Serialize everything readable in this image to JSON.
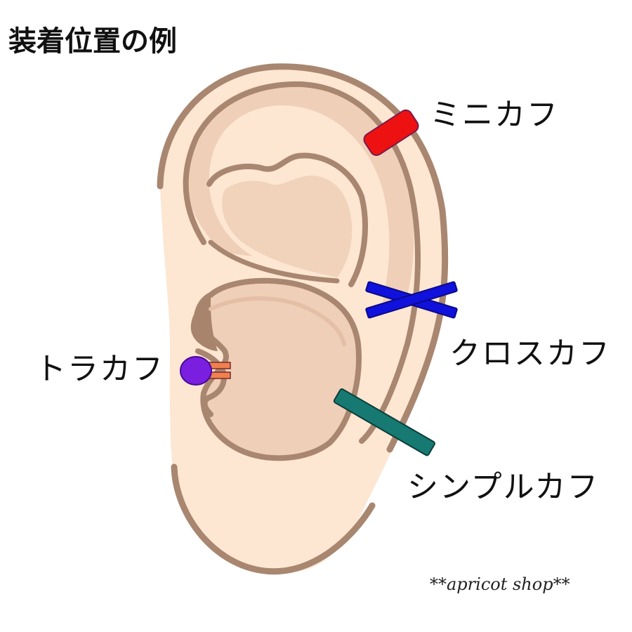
{
  "title": "装着位置の例",
  "labels": {
    "mini_cuff": "ミニカフ",
    "cross_cuff": "クロスカフ",
    "tragus_cuff": "トラカフ",
    "simple_cuff": "シンプルカフ"
  },
  "watermark": "**apricot shop**",
  "colors": {
    "skin": "#fde7d2",
    "skin_shadow": "#efcfb8",
    "skin_deep": "#a8846c",
    "outline": "#a88670",
    "mini_cuff": "#ee1111",
    "cross_cuff": "#1111dd",
    "tragus_cuff_ball": "#7a1fe0",
    "tragus_cuff_bar": "#f08050",
    "simple_cuff": "#167a72"
  },
  "icons": [
    "ear-illustration"
  ]
}
